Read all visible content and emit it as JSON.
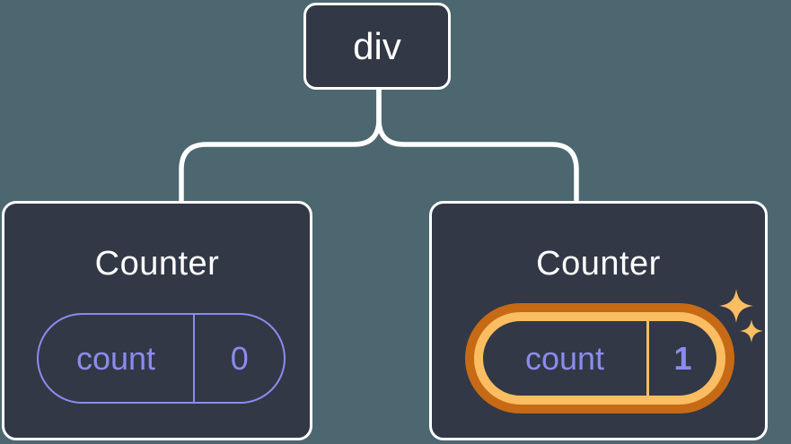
{
  "diagram": {
    "description": "Component tree with root div and two Counter children showing state pills",
    "root": {
      "label": "div"
    },
    "children": [
      {
        "title": "Counter",
        "state": {
          "name": "count",
          "value": "0"
        },
        "highlighted": false
      },
      {
        "title": "Counter",
        "state": {
          "name": "count",
          "value": "1"
        },
        "highlighted": true
      }
    ]
  },
  "icons": {
    "sparkle_large": "sparkle-icon",
    "sparkle_small": "sparkle-icon"
  },
  "colors": {
    "background": "#4d6770",
    "node_fill": "#323845",
    "node_border": "#ffffff",
    "connector": "#ffffff",
    "state_accent": "#8b8bef",
    "highlight_outer": "#c76a15",
    "highlight_inner": "#fabd62",
    "title_text": "#ffffff"
  }
}
